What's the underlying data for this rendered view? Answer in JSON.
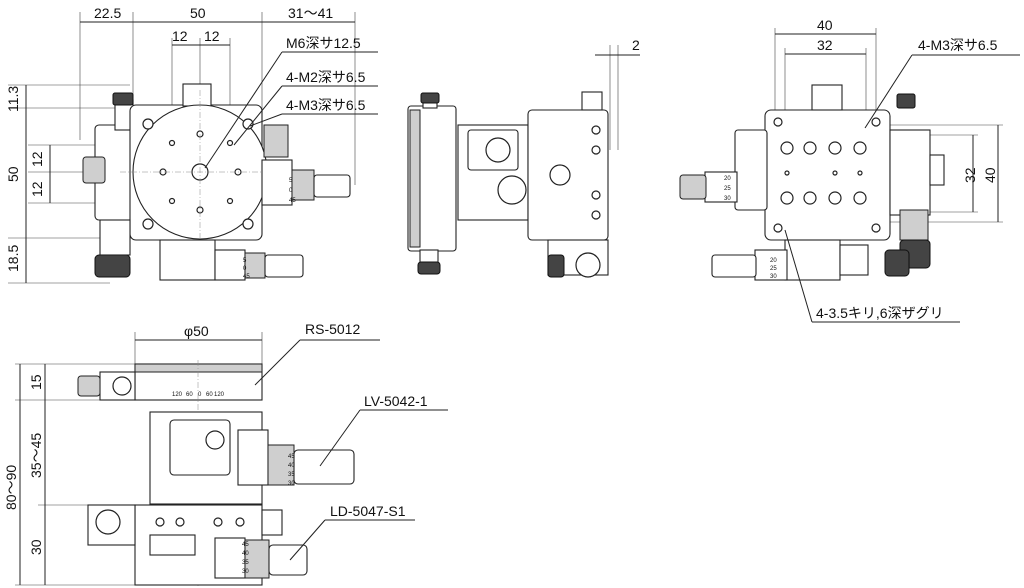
{
  "top_view": {
    "dims": {
      "d1": "22.5",
      "d2": "50",
      "d3": "31～41",
      "d4": "12",
      "d5": "12",
      "v1": "11.3",
      "v2": "50",
      "v3": "12",
      "v4": "12",
      "v5": "18.5"
    },
    "callouts": {
      "c1": "M6深サ12.5",
      "c2": "4-M2深サ6.5",
      "c3": "4-M3深サ6.5"
    },
    "micrometer_x": [
      "5",
      "0",
      "45"
    ],
    "micrometer_y": [
      "5",
      "0",
      "45"
    ]
  },
  "side_view": {
    "dims": {
      "d1": "2"
    }
  },
  "bottom_view": {
    "dims": {
      "d1": "40",
      "d2": "32",
      "v1": "32",
      "v2": "40"
    },
    "callouts": {
      "c1": "4-M3深サ6.5",
      "c2": "4-3.5キリ,6深ザグリ"
    },
    "micrometer_y": [
      "20",
      "25",
      "30"
    ],
    "micrometer_x": [
      "20",
      "25",
      "30"
    ]
  },
  "front_view": {
    "dims": {
      "phi": "φ50",
      "v1": "15",
      "v2": "35～45",
      "v3": "80～90",
      "v4": "30"
    },
    "callouts": {
      "c1": "RS-5012",
      "c2": "LV-5042-1",
      "c3": "LD-5047-S1"
    },
    "dial_ticks": [
      "120",
      "60",
      "0",
      "60",
      "120"
    ],
    "micrometer_mid": [
      "45",
      "40",
      "35",
      "30"
    ],
    "micrometer_low": [
      "45",
      "40",
      "35",
      "30"
    ]
  }
}
